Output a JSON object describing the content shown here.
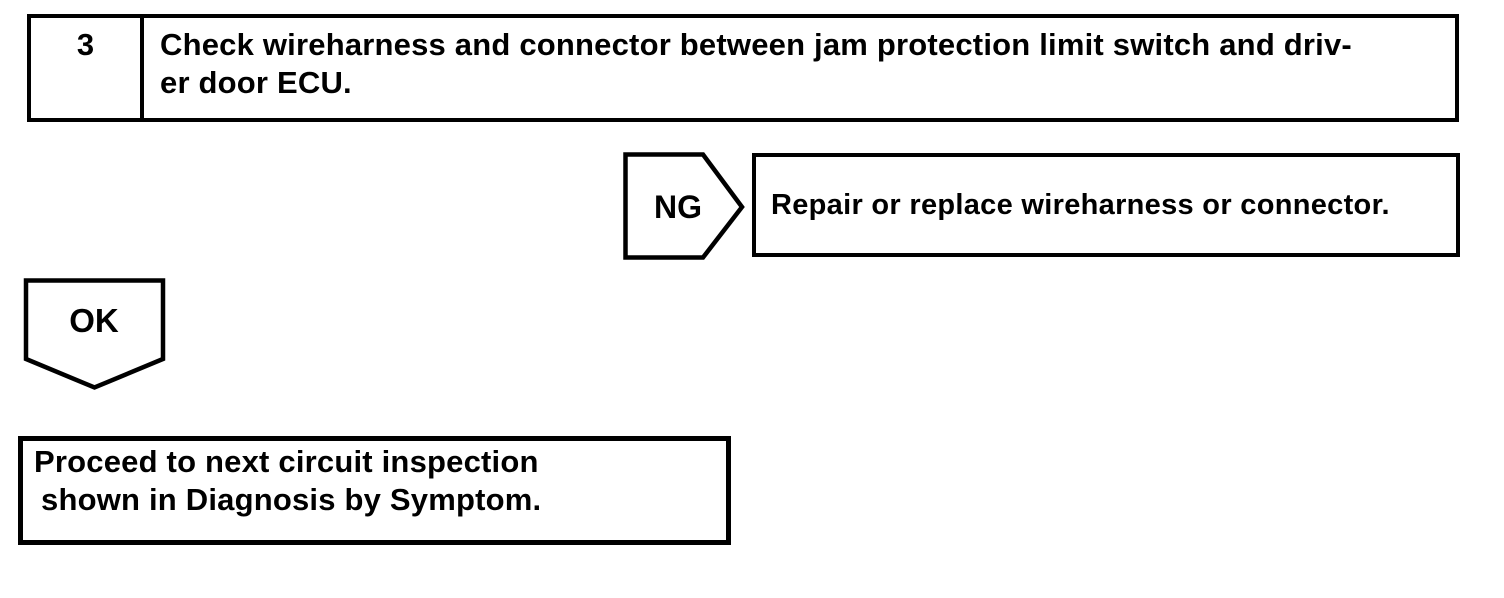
{
  "flowchart": {
    "step_box": {
      "number": "3",
      "lines": [
        "Check wireharness and connector between jam protection limit switch and driv-",
        "er door ECU."
      ]
    },
    "ng": {
      "label": "NG",
      "action": "Repair or replace wireharness or connector."
    },
    "ok": {
      "label": "OK",
      "lines": [
        "Proceed to next circuit inspection",
        "shown in Diagnosis by Symptom."
      ]
    },
    "colors": {
      "ink": "#000000",
      "paper": "#ffffff"
    }
  }
}
